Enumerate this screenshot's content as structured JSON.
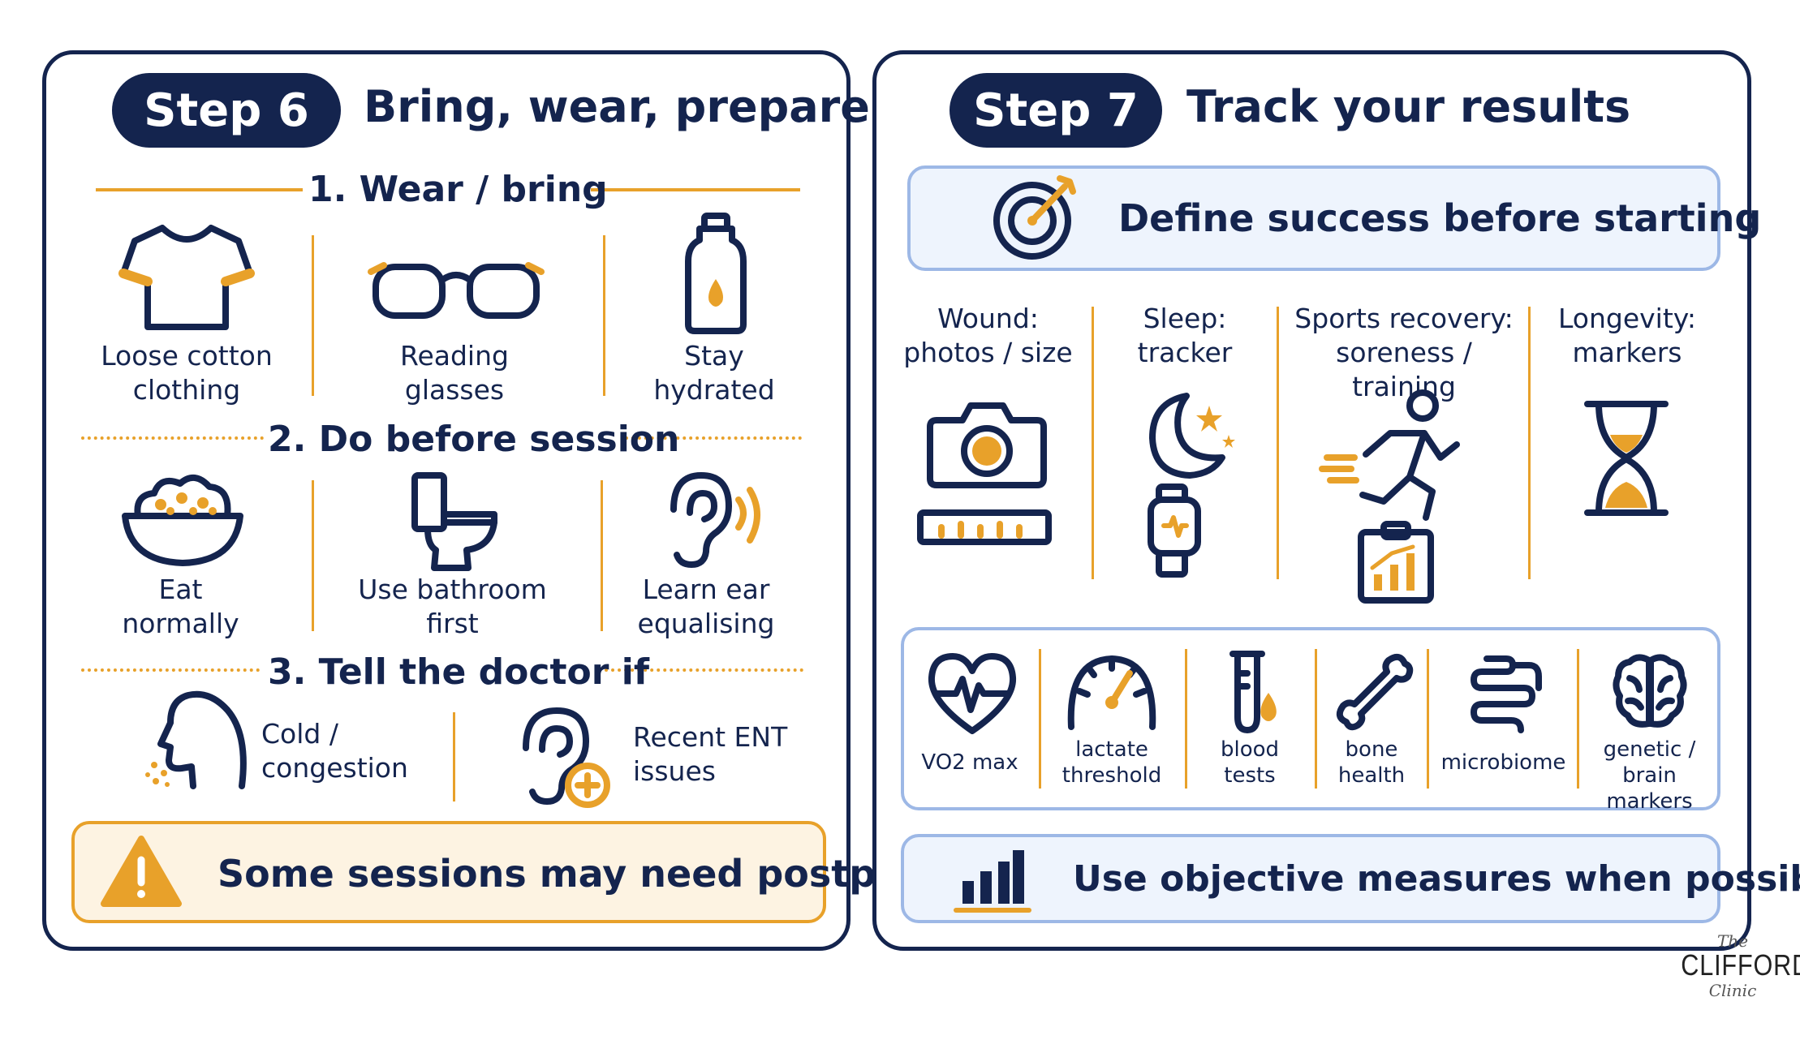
{
  "step6": {
    "badge": "Step 6",
    "title": "Bring, wear, prepare",
    "sec1": "1. Wear / bring",
    "items1": [
      {
        "label": "Loose cotton clothing",
        "icon": "tshirt-icon"
      },
      {
        "label": "Reading glasses",
        "icon": "glasses-icon"
      },
      {
        "label": "Stay hydrated",
        "icon": "water-bottle-icon"
      }
    ],
    "sec2": "2. Do before session",
    "items2": [
      {
        "label": "Eat normally",
        "icon": "food-bowl-icon"
      },
      {
        "label": "Use bathroom first",
        "icon": "toilet-icon"
      },
      {
        "label": "Learn ear equalising",
        "icon": "ear-sound-icon"
      }
    ],
    "sec3": "3. Tell the doctor if",
    "items3": [
      {
        "label": "Cold / congestion",
        "icon": "sneeze-head-icon"
      },
      {
        "label": "Recent ENT issues",
        "icon": "ear-plus-icon"
      }
    ],
    "warning": "Some sessions may need postponing"
  },
  "step7": {
    "badge": "Step 7",
    "title": "Track your results",
    "define": "Define success before starting",
    "categories": [
      {
        "label": "Wound: photos / size",
        "icon": "camera-ruler-icon"
      },
      {
        "label": "Sleep: tracker",
        "icon": "moon-watch-icon"
      },
      {
        "label": "Sports recovery: soreness / training",
        "icon": "runner-clipboard-icon"
      },
      {
        "label": "Longevity: markers",
        "icon": "hourglass-icon"
      }
    ],
    "markers": [
      {
        "label": "VO2 max",
        "icon": "heart-pulse-icon"
      },
      {
        "label": "lactate threshold",
        "icon": "gauge-icon"
      },
      {
        "label": "blood tests",
        "icon": "test-tube-icon"
      },
      {
        "label": "bone health",
        "icon": "bone-icon"
      },
      {
        "label": "microbiome",
        "icon": "intestine-icon"
      },
      {
        "label": "genetic / brain markers",
        "icon": "brain-icon"
      }
    ],
    "objective": "Use objective measures when possible"
  },
  "logo": {
    "small": "The",
    "main": "CLIFFORD",
    "sub": "Clinic"
  },
  "colors": {
    "navy": "#14244e",
    "orange": "#e8a12a",
    "lightblue": "#eef4fd"
  }
}
